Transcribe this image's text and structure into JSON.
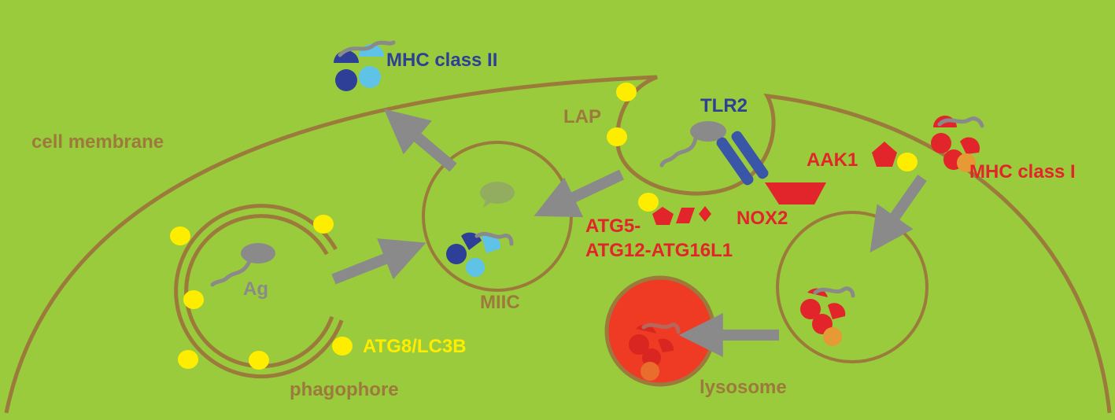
{
  "labels": {
    "mhc_class_ii": "MHC class II",
    "cell_membrane": "cell membrane",
    "lap": "LAP",
    "tlr2": "TLR2",
    "aak1": "AAK1",
    "mhc_class_i": "MHC class I",
    "nox2": "NOX2",
    "atg5_line1": "ATG5-",
    "atg5_line2": "ATG12-ATG16L1",
    "ag": "Ag",
    "miic": "MIIC",
    "atg8": "ATG8/LC3B",
    "phagophore": "phagophore",
    "lysosome": "lysosome"
  },
  "colors": {
    "background": "#9acb3c",
    "membrane": "#9c7a3c",
    "arrow": "#8a8a8a",
    "mhc2_dark": "#2d3f96",
    "mhc2_light": "#5fc3e8",
    "mhc1_red": "#e2252b",
    "mhc1_orange": "#e59a35",
    "lc3_yellow": "#ffed00",
    "tlr2_blue": "#3a56a6",
    "lysosome_red": "#ef3a24",
    "label_brown": "#9c7a3c",
    "label_gray": "#8a8a8a",
    "label_blue": "#2d3f96",
    "label_red": "#e2252b",
    "label_yellow": "#ffed00"
  }
}
